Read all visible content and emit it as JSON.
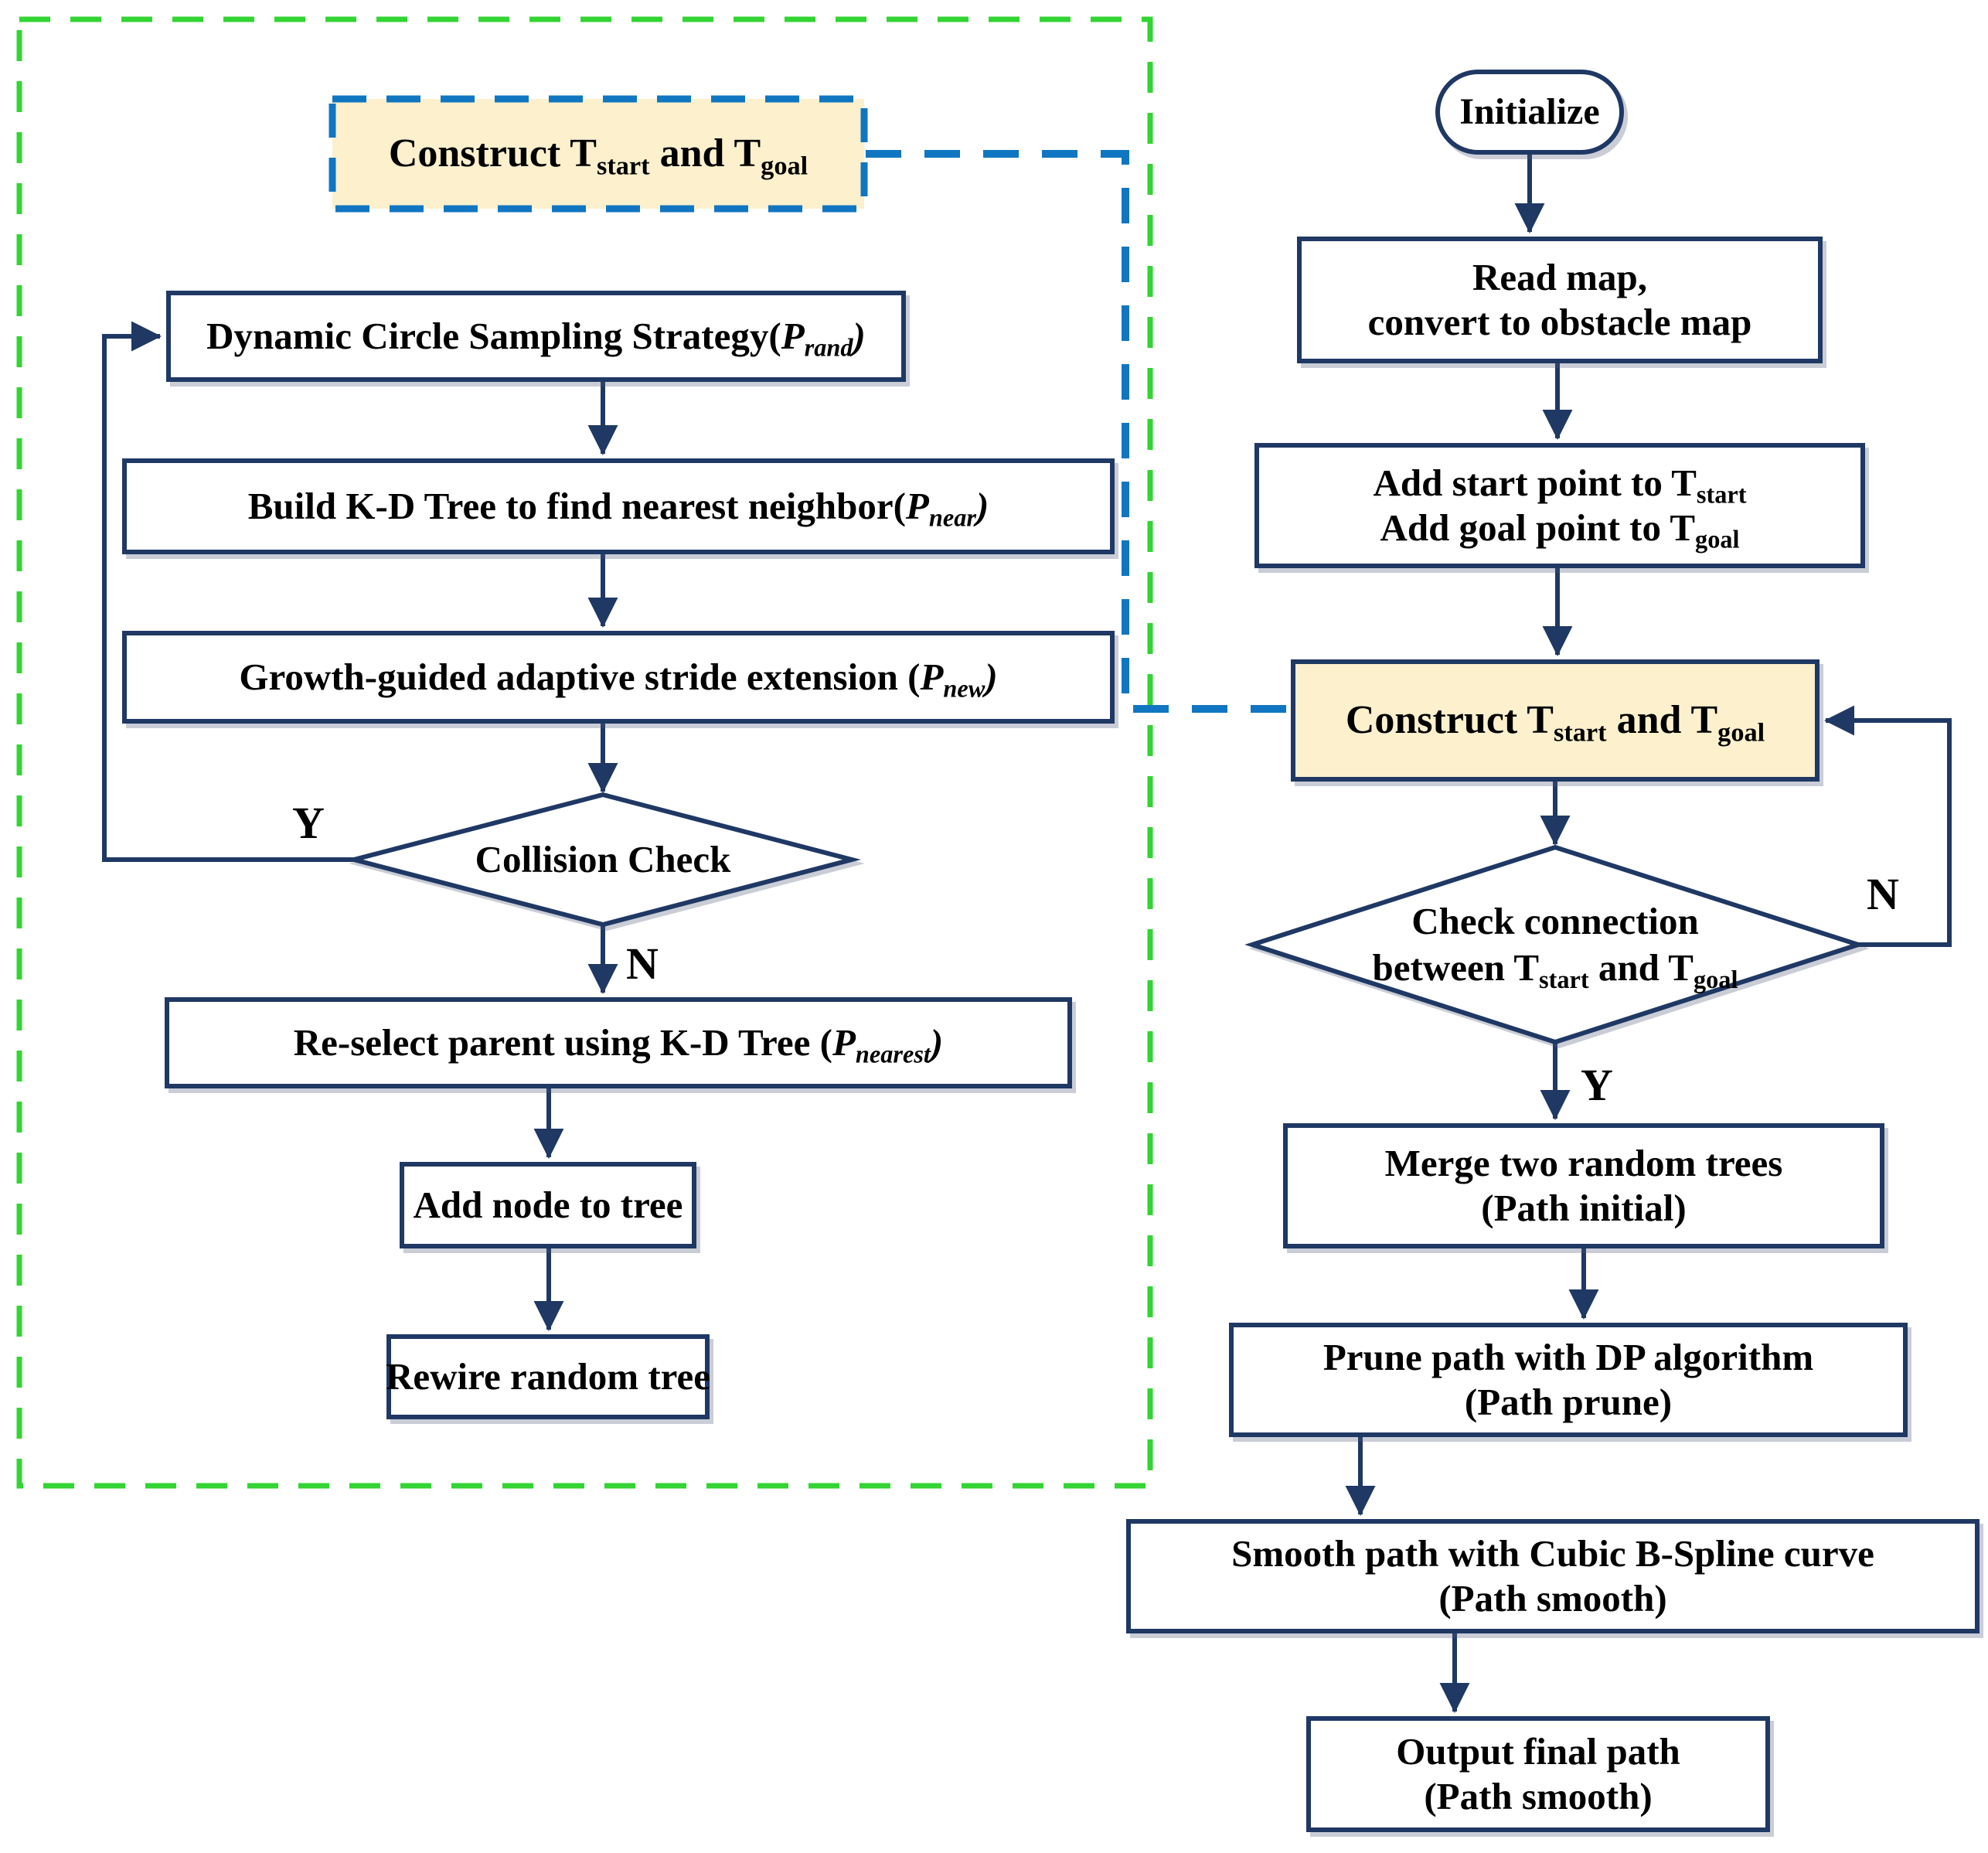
{
  "colors": {
    "line_navy": "#1f3864",
    "fill_tan": "#fcf0cd",
    "dash_blue": "#1076c1",
    "dash_green": "#33d433",
    "text": "#000000"
  },
  "left_panel": {
    "construct": {
      "t1": "Construct T",
      "s1": "start",
      "t2": " and T",
      "s2": "goal"
    },
    "sampling": {
      "t1": "Dynamic Circle Sampling Strategy(",
      "p": "P",
      "sub": "rand",
      "t2": ")"
    },
    "kdtree": {
      "t1": "Build K-D Tree to find nearest neighbor(",
      "p": "P",
      "sub": "near",
      "t2": ")"
    },
    "stride": {
      "t1": "Growth-guided adaptive stride extension (",
      "p": "P",
      "sub": "new",
      "t2": ")"
    },
    "collision": {
      "label": "Collision Check",
      "yes": "Y",
      "no": "N"
    },
    "reselect": {
      "t1": "Re-select parent using K-D Tree (",
      "p": "P",
      "sub": "nearest",
      "t2": ")"
    },
    "addnode": {
      "label": "Add node to tree"
    },
    "rewire": {
      "label": "Rewire random tree"
    }
  },
  "right_panel": {
    "initialize": {
      "label": "Initialize"
    },
    "readmap": {
      "line1": "Read map,",
      "line2": "convert to obstacle map"
    },
    "addpoints": {
      "l1t1": "Add start point to T",
      "l1s": "start",
      "l2t1": "Add goal point to T",
      "l2s": "goal"
    },
    "construct": {
      "t1": "Construct T",
      "s1": "start",
      "t2": " and T",
      "s2": "goal"
    },
    "check": {
      "line1": "Check connection",
      "l2t1": "between T",
      "l2s1": "start",
      "l2t2": " and T",
      "l2s2": "goal",
      "yes": "Y",
      "no": "N"
    },
    "merge": {
      "line1": "Merge two random trees",
      "line2": "(Path initial)"
    },
    "prune": {
      "line1": "Prune path with DP algorithm",
      "line2": "(Path prune)"
    },
    "smooth": {
      "line1": "Smooth path with Cubic B-Spline curve",
      "line2": "(Path smooth)"
    },
    "output": {
      "line1": "Output final path",
      "line2": "(Path smooth)"
    }
  }
}
